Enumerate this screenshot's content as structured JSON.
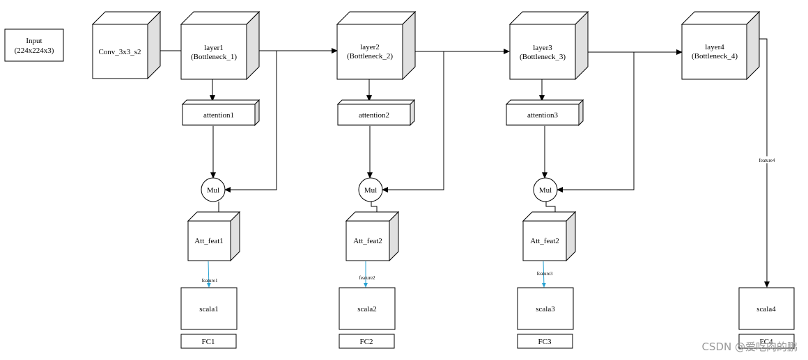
{
  "input": {
    "line1": "Input",
    "line2": "(224x224x3)"
  },
  "conv": {
    "label": "Conv_3x3_s2"
  },
  "layers": [
    {
      "name": "layer1",
      "sub": "(Bottleneck_1)"
    },
    {
      "name": "layer2",
      "sub": "(Bottleneck_2)"
    },
    {
      "name": "layer3",
      "sub": "(Bottleneck_3)"
    },
    {
      "name": "layer4",
      "sub": "(Bottleneck_4)"
    }
  ],
  "attention": [
    "attention1",
    "attention2",
    "attention3"
  ],
  "mul": [
    "Mul",
    "Mul",
    "Mul"
  ],
  "att_feat": [
    "Att_feat1",
    "Att_feat2",
    "Att_feat2"
  ],
  "features": [
    "feature1",
    "feature2",
    "feature3",
    "feature4"
  ],
  "scala": [
    "scala1",
    "scala2",
    "scala3",
    "scala4"
  ],
  "fc": [
    "FC1",
    "FC2",
    "FC3",
    "FC4"
  ],
  "watermark": "CSDN @爱吃肉的鹏",
  "colors": {
    "cube_side": "#e0e0e0",
    "feature_arrow": "#29a3d3",
    "line": "#000000"
  }
}
